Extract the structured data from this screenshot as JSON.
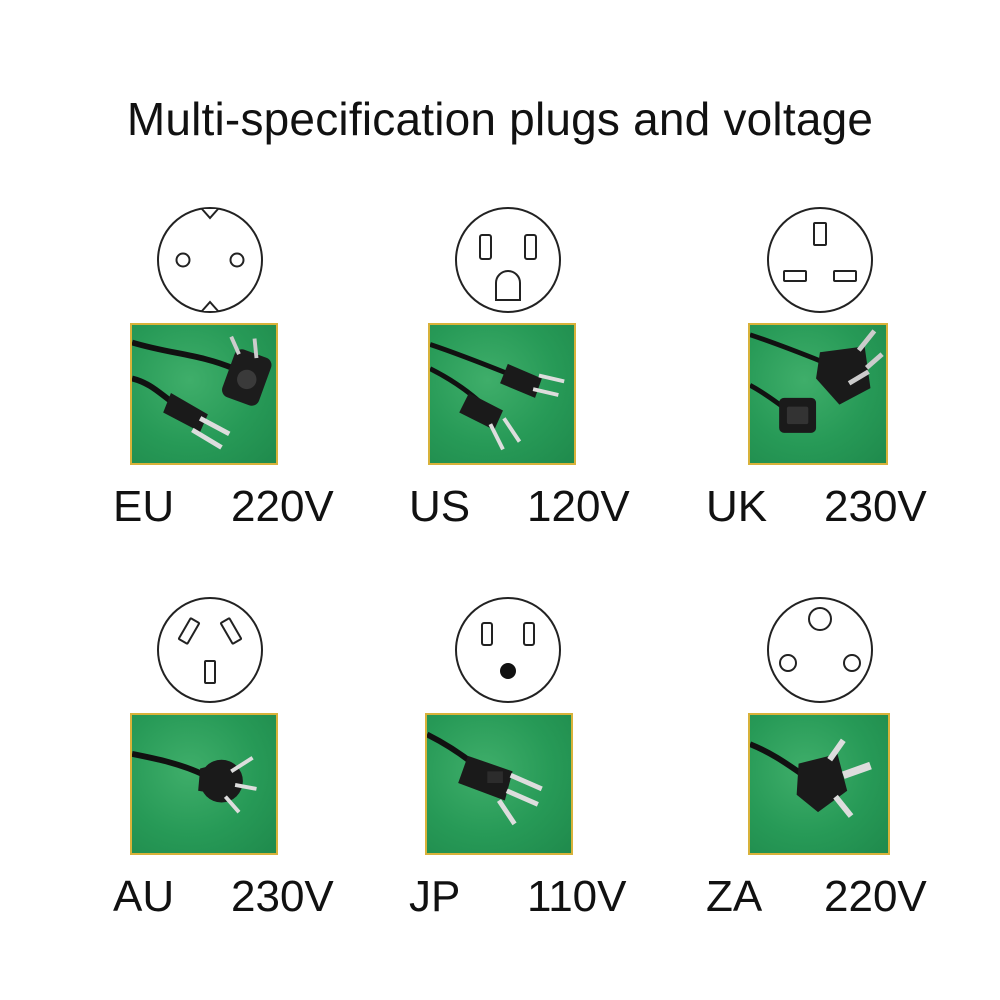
{
  "title": "Multi-specification plugs and voltage",
  "plugs": [
    {
      "region": "EU",
      "voltage": "220V",
      "socket_icon": "eu-socket-icon",
      "plug_icon": "eu-plug-icon"
    },
    {
      "region": "US",
      "voltage": "120V",
      "socket_icon": "us-socket-icon",
      "plug_icon": "us-plug-icon"
    },
    {
      "region": "UK",
      "voltage": "230V",
      "socket_icon": "uk-socket-icon",
      "plug_icon": "uk-plug-icon"
    },
    {
      "region": "AU",
      "voltage": "230V",
      "socket_icon": "au-socket-icon",
      "plug_icon": "au-plug-icon"
    },
    {
      "region": "JP",
      "voltage": "110V",
      "socket_icon": "jp-socket-icon",
      "plug_icon": "jp-plug-icon"
    },
    {
      "region": "ZA",
      "voltage": "220V",
      "socket_icon": "za-socket-icon",
      "plug_icon": "za-plug-icon"
    }
  ],
  "colors": {
    "photo_background": "#279a57",
    "photo_border": "#d8b23a",
    "text": "#111111"
  }
}
